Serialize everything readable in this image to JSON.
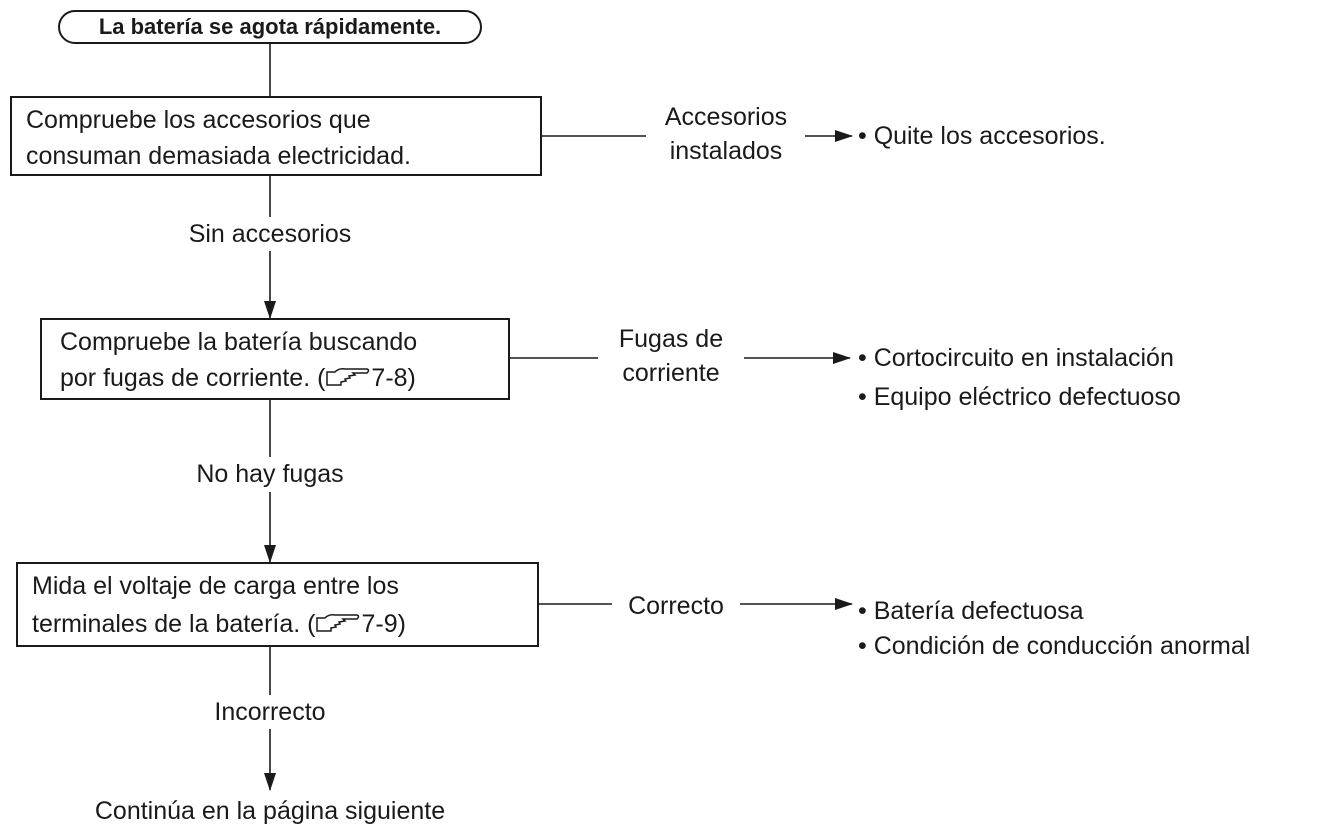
{
  "start": {
    "label": "La batería se agota rápidamente."
  },
  "steps": [
    {
      "lines": [
        "Compruebe los accesorios que",
        "consuman demasiada electricidad."
      ],
      "branch": {
        "label": [
          "Accesorios",
          "instalados"
        ],
        "results": [
          "• Quite los accesorios."
        ]
      },
      "down_label": "Sin accesorios"
    },
    {
      "lines": [
        "Compruebe la batería buscando",
        "por fugas de corriente. (",
        "7-8)"
      ],
      "branch": {
        "label": [
          "Fugas de",
          "corriente"
        ],
        "results": [
          "• Cortocircuito en instalación",
          "• Equipo eléctrico defectuoso"
        ]
      },
      "down_label": "No hay fugas"
    },
    {
      "lines": [
        "Mida el voltaje de carga entre los",
        "terminales de la batería. (",
        "7-9)"
      ],
      "branch": {
        "label": [
          "Correcto"
        ],
        "results": [
          "• Batería defectuosa",
          "• Condición de conducción anormal"
        ]
      },
      "down_label": "Incorrecto"
    }
  ],
  "end": {
    "label": "Continúa en la página siguiente"
  },
  "icons": {
    "reference": "pointing-hand-reference-icon"
  }
}
